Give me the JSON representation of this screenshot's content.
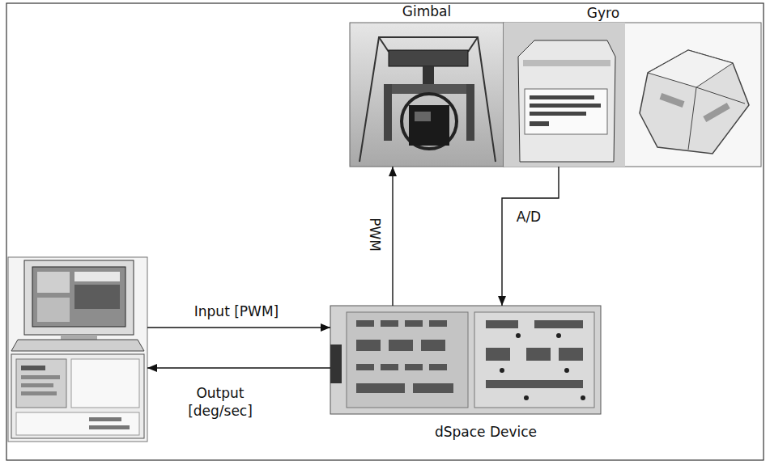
{
  "diagram": {
    "nodes": [
      {
        "text": [
          "Gimbal"
        ]
      },
      {
        "text": [
          "Gyro"
        ]
      },
      {
        "text": []
      },
      {
        "text": [
          "dSpace Device"
        ]
      }
    ],
    "edges": [
      {
        "from": 3,
        "to": 0,
        "arrow": "to",
        "label": "PWM"
      },
      {
        "from": 1,
        "to": 3,
        "arrow": "to",
        "label": "A/D"
      },
      {
        "from": 2,
        "to": 3,
        "arrow": "to",
        "label": "Input [PWM]"
      },
      {
        "from": 3,
        "to": 2,
        "arrow": "to",
        "label": "Output [deg/sec]"
      }
    ]
  }
}
